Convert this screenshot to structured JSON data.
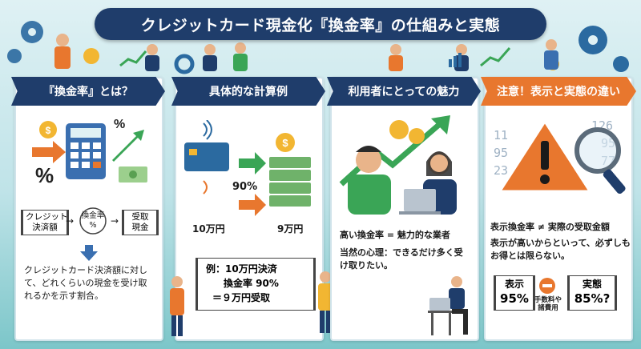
{
  "title": "クレジットカード現金化『換金率』の仕組みと実態",
  "panels": [
    {
      "heading": "『換金率』とは？",
      "flow": [
        "クレジット\n決済額",
        "換金率\n%",
        "受取\n現金"
      ],
      "description": "クレジットカード決済額に対して、どれくらいの現金を受け取れるかを示す割合。",
      "icons": [
        "coin-icon",
        "calculator-icon",
        "percent-icon",
        "banknote-icon",
        "arrow-up-icon"
      ]
    },
    {
      "heading": "具体的な計算例",
      "left_amount": "10万円",
      "percent": "90%",
      "right_amount": "9万円",
      "example_lines": [
        "例：10万円決済",
        "換金率 90%",
        "＝９万円受取"
      ]
    },
    {
      "heading": "利用者にとっての魅力",
      "line1": "高い換金率 = 魅力的な業者",
      "line2": "当然の心理：できるだけ多く受け取りたい。"
    },
    {
      "heading": "注意！表示と実態の違い",
      "line1": "表示換金率 ≠ 実際の受取金額",
      "line2": "表示が高いからといって、必ずしもお得とは限らない。",
      "shown_label": "表示",
      "shown_value": "95%",
      "fee_label": "手数料や諸費用",
      "actual_label": "実態",
      "actual_value": "85%?",
      "bg_numbers": [
        "11",
        "95",
        "23",
        "126",
        "95",
        "77"
      ]
    }
  ],
  "colors": {
    "navy": "#1f3d6b",
    "orange": "#e8772e",
    "green": "#3aa556",
    "gold": "#f2b632"
  }
}
